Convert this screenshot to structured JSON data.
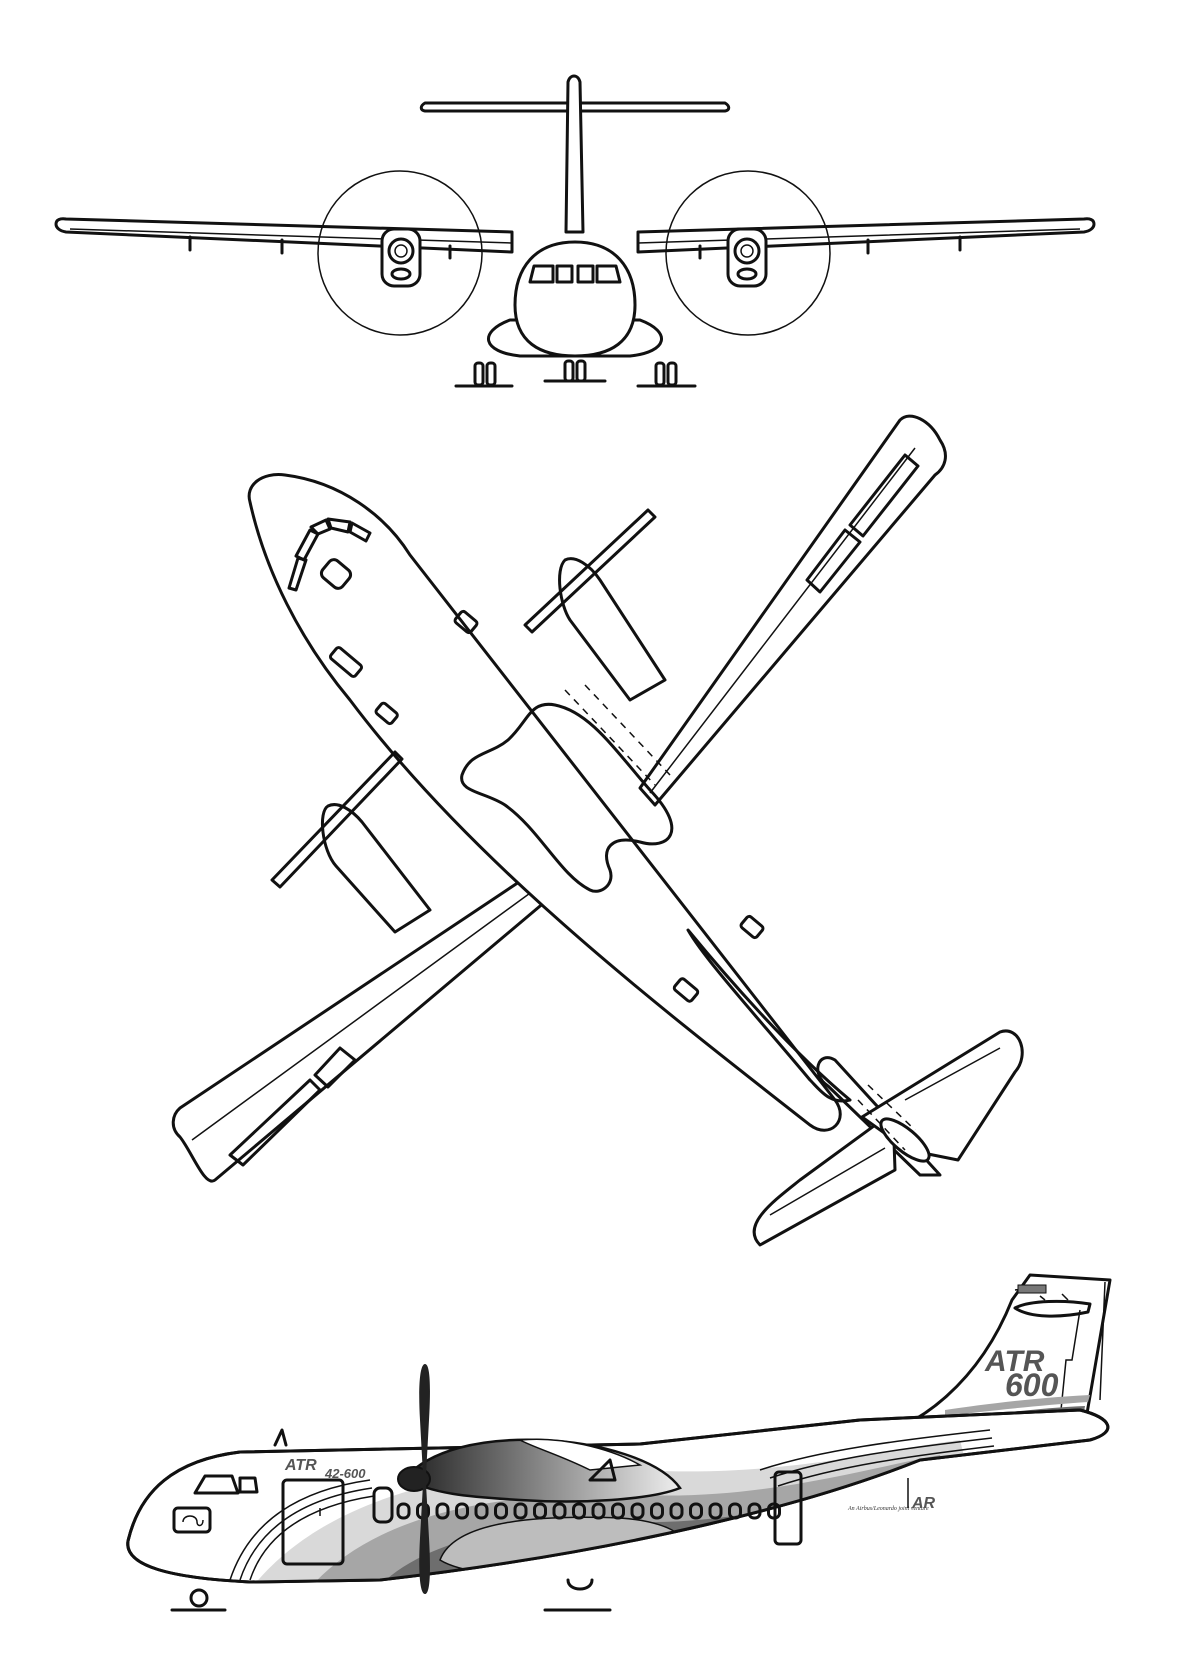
{
  "livery": {
    "fuselage_brand": "ATR",
    "fuselage_model": "42-600",
    "tail_brand": "ATR",
    "tail_model": "600",
    "tail_badge": "AR",
    "fine_print": "An Airbus/Leonardo joint venture"
  },
  "colors": {
    "line": "#111111",
    "paint_light": "#d9d9d9",
    "paint_mid": "#a6a6a6",
    "paint_dark": "#6e6e6e"
  }
}
